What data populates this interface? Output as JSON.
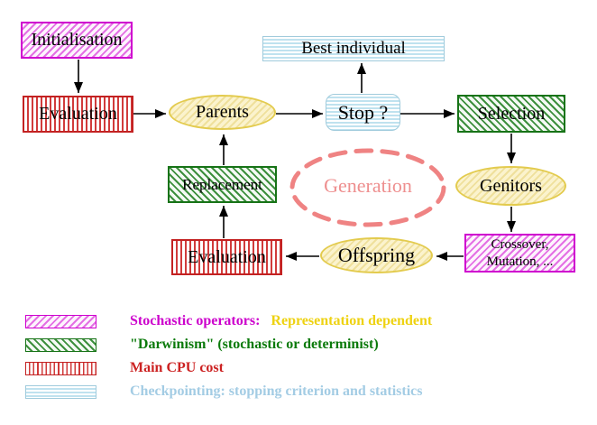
{
  "diagram": {
    "nodes": {
      "initialisation": {
        "label": "Initialisation",
        "style": "stochastic-operator"
      },
      "evaluation_top": {
        "label": "Evaluation",
        "style": "main-cpu-cost"
      },
      "parents": {
        "label": "Parents",
        "style": "population"
      },
      "best_individual": {
        "label": "Best individual",
        "style": "checkpointing"
      },
      "stop": {
        "label": "Stop ?",
        "style": "checkpointing"
      },
      "selection": {
        "label": "Selection",
        "style": "darwinism"
      },
      "replacement": {
        "label": "Replacement",
        "style": "darwinism"
      },
      "generation": {
        "label": "Generation",
        "style": "cycle-annotation"
      },
      "genitors": {
        "label": "Genitors",
        "style": "population"
      },
      "evaluation_bottom": {
        "label": "Evaluation",
        "style": "main-cpu-cost"
      },
      "crossover": {
        "line1": "Crossover,",
        "line2": "Mutation, ...",
        "style": "stochastic-operator"
      }
    },
    "arrows": [
      {
        "from": "initialisation",
        "to": "evaluation_top"
      },
      {
        "from": "evaluation_top",
        "to": "parents"
      },
      {
        "from": "parents",
        "to": "stop"
      },
      {
        "from": "stop",
        "to": "best_individual"
      },
      {
        "from": "stop",
        "to": "selection"
      },
      {
        "from": "selection",
        "to": "genitors"
      },
      {
        "from": "genitors",
        "to": "crossover"
      },
      {
        "from": "crossover",
        "to": "offspring"
      },
      {
        "from": "offspring",
        "to": "evaluation_bottom"
      },
      {
        "from": "evaluation_bottom",
        "to": "replacement"
      },
      {
        "from": "replacement",
        "to": "parents"
      }
    ],
    "offspring_label": "Offspring"
  },
  "legend": {
    "items": [
      {
        "label": "Stochastic operators:",
        "label2": "Representation dependent",
        "swatch": "magenta-diagonal-hatch"
      },
      {
        "label": "\"Darwinism\" (stochastic or determinist)",
        "swatch": "green-diagonal-hatch"
      },
      {
        "label": "Main CPU cost",
        "swatch": "red-vertical-stripes"
      },
      {
        "label": "Checkpointing: stopping criterion and statistics",
        "swatch": "cyan-horizontal-stripes"
      }
    ]
  },
  "colors": {
    "stochastic_magenta": "#cc00cc",
    "darwinism_green": "#0b7a0b",
    "cpu_red": "#cc2222",
    "checkpoint_cyan": "#a3cce4",
    "population_yellow": "#e3cb4e",
    "representation_gold": "#eed211",
    "generation_salmon": "#ee8f8f",
    "arrow_black": "#000000",
    "background": "#ffffff"
  }
}
